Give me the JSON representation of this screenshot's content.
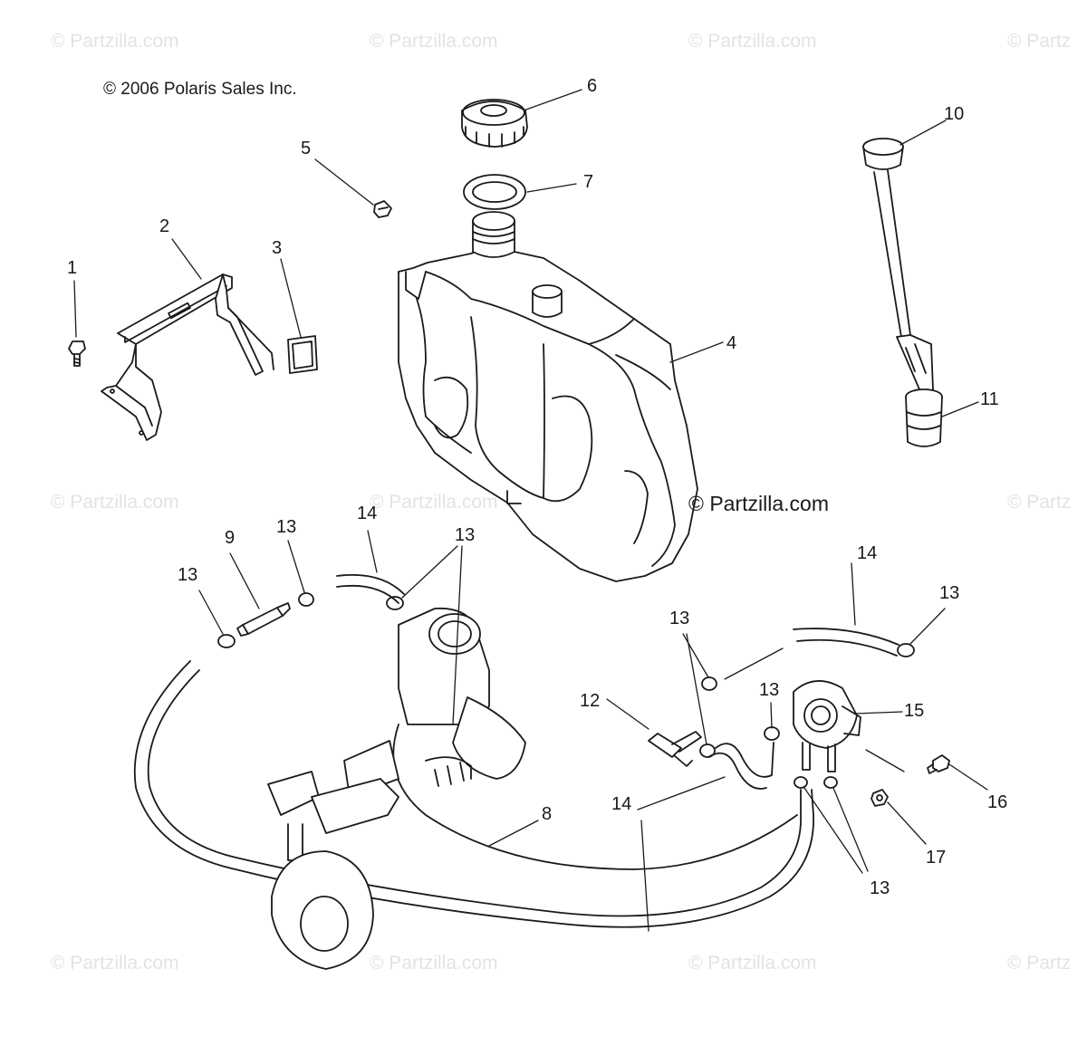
{
  "watermark": "© Partzilla.com",
  "watermark_partial": "© Partz",
  "copyright": "© 2006 Polaris Sales Inc.",
  "site_mark": "© Partzilla.com",
  "callouts": [
    "1",
    "2",
    "3",
    "4",
    "5",
    "6",
    "7",
    "8",
    "9",
    "10",
    "11",
    "12",
    "13",
    "14",
    "15",
    "16",
    "17"
  ],
  "callout_label_13": "13",
  "callout_label_14": "14"
}
